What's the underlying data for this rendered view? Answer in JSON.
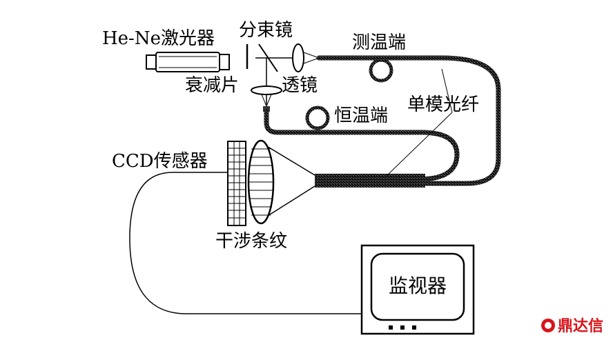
{
  "labels": {
    "laser": "He-Ne激光器",
    "beam_splitter": "分束镜",
    "measure_end": "测温端",
    "attenuator": "衰减片",
    "lens": "透镜",
    "constant_end": "恒温端",
    "single_mode_fiber": "单模光纤",
    "ccd_sensor": "CCD传感器",
    "fringes": "干涉条纹",
    "monitor": "监视器"
  },
  "watermark": {
    "text": "鼎达信",
    "color": "#d8141a"
  }
}
